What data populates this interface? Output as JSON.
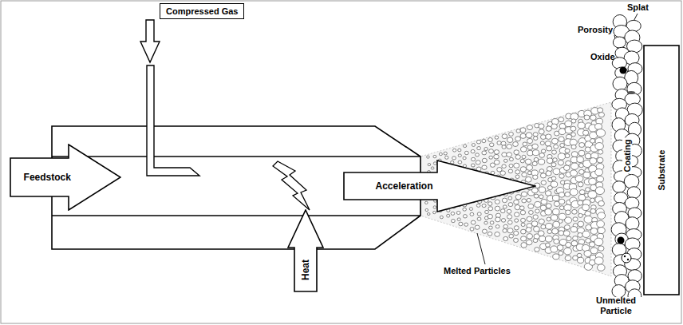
{
  "diagram": {
    "nodes": [
      {
        "text": [
          "Compressed Gas"
        ]
      },
      {
        "text": [
          "Feedstock"
        ]
      },
      {
        "text": [
          "Heat"
        ]
      },
      {
        "text": [
          "Acceleration"
        ]
      },
      {
        "text": [
          "Coating"
        ]
      },
      {
        "text": [
          "Substrate"
        ]
      }
    ],
    "labels": [
      "Splat",
      "Porosity",
      "Oxide",
      "Melted Particles",
      "Unmelted Particle"
    ]
  }
}
